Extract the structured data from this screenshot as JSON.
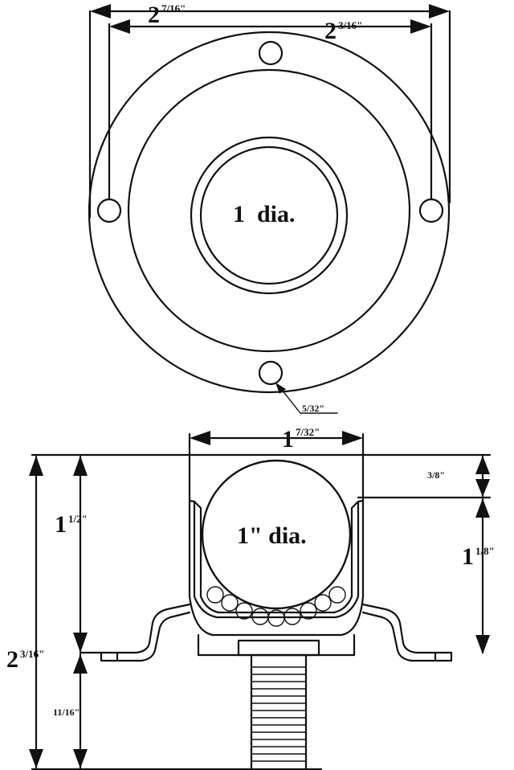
{
  "top_view": {
    "outer_width": {
      "whole": "2",
      "frac": "7/16\""
    },
    "bolt_spacing": {
      "whole": "2",
      "frac": "3/16\""
    },
    "center_label": "1  dia.",
    "hole_label": "5/32\""
  },
  "side_view": {
    "housing_width": {
      "whole": "1",
      "frac": "7/32\""
    },
    "ball_label": "1\" dia.",
    "ball_protrusion": "3/8\"",
    "ball_to_flange": {
      "whole": "1",
      "frac": "1/8\""
    },
    "top_to_flange": {
      "whole": "1",
      "frac": "1/2\""
    },
    "total_height": {
      "whole": "2",
      "frac": "3/16\""
    },
    "stud_length": "11/16\""
  }
}
